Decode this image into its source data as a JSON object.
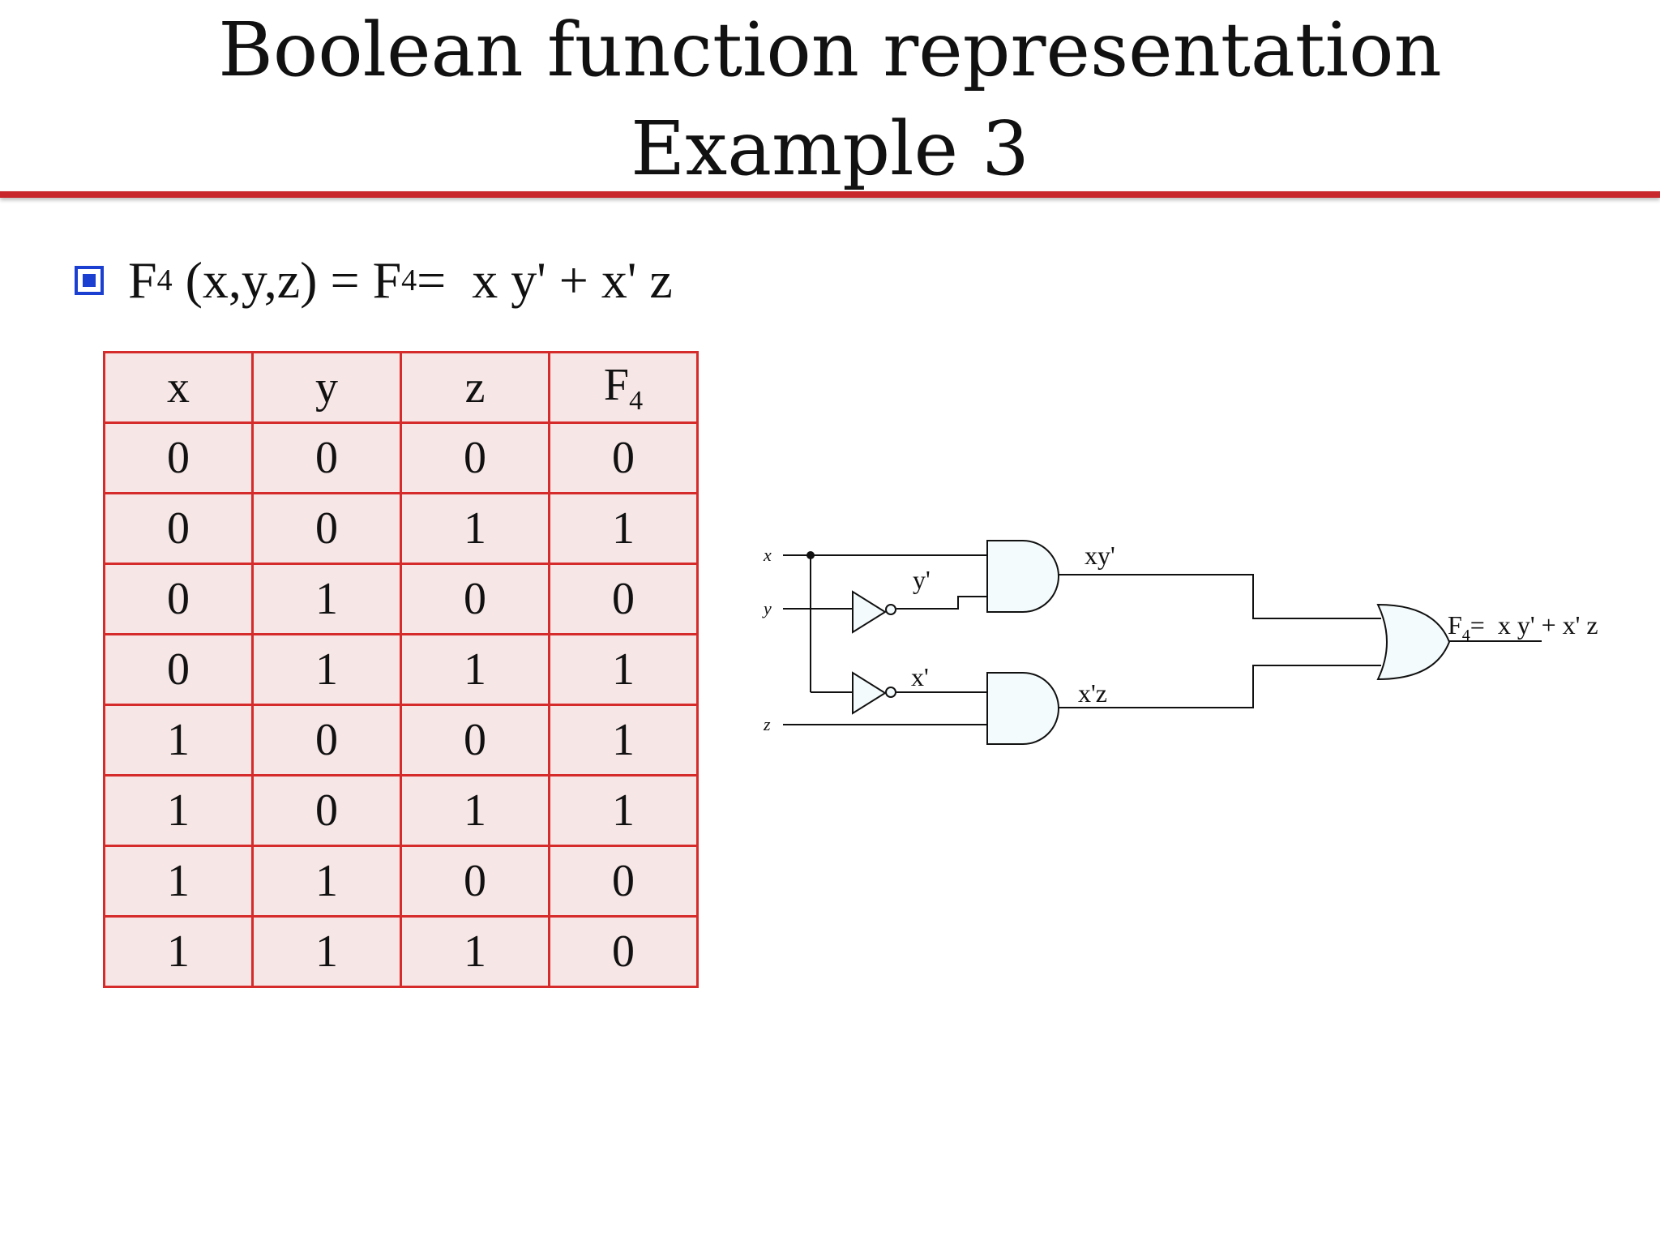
{
  "title": {
    "line1": "Boolean function representation",
    "line2": "Example 3"
  },
  "bullet": {
    "func_name": "F",
    "func_sub": "4",
    "args": "(x,y,z) = F",
    "eq_sub": "4",
    "expression": "=  x y' + x' z"
  },
  "truth_table": {
    "headers": [
      "x",
      "y",
      "z",
      "F"
    ],
    "output_sub": "4",
    "rows": [
      [
        "0",
        "0",
        "0",
        "0"
      ],
      [
        "0",
        "0",
        "1",
        "1"
      ],
      [
        "0",
        "1",
        "0",
        "0"
      ],
      [
        "0",
        "1",
        "1",
        "1"
      ],
      [
        "1",
        "0",
        "0",
        "1"
      ],
      [
        "1",
        "0",
        "1",
        "1"
      ],
      [
        "1",
        "1",
        "0",
        "0"
      ],
      [
        "1",
        "1",
        "1",
        "0"
      ]
    ]
  },
  "circuit": {
    "inputs": [
      "x",
      "y",
      "z"
    ],
    "not_y_label": "y'",
    "not_x_label": "x'",
    "and1_label": "xy'",
    "and2_label": "x'z",
    "output_label": "F",
    "output_sub": "4",
    "output_expr": "=  x y' + x' z"
  },
  "colors": {
    "accent_red": "#c8282b",
    "table_border": "#d62b2b",
    "table_fill": "#f7e6e6",
    "bullet_blue": "#1b3fd0",
    "gate_fill": "#f4fbfc"
  }
}
